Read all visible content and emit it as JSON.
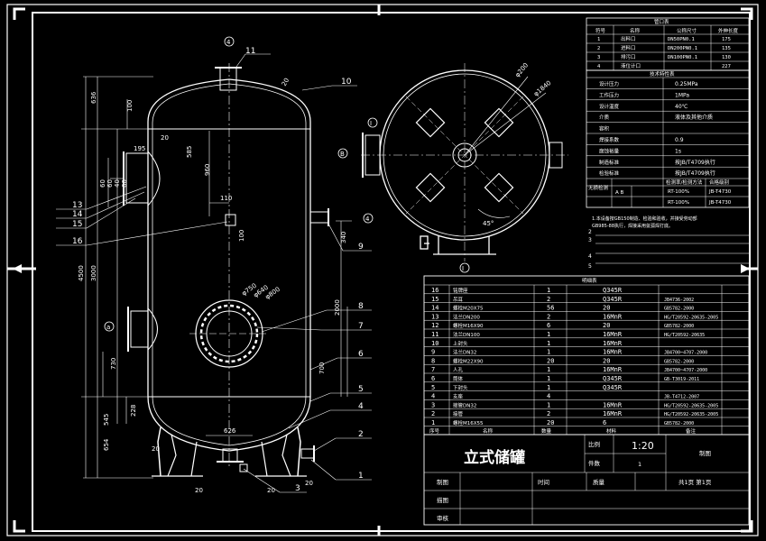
{
  "title_block": {
    "drawing_title": "立式储罐",
    "scale_label": "比例",
    "scale_value": "1:20",
    "pieces_label": "件数",
    "pieces_value": "1",
    "weight_label": "质量",
    "drawing_no": "制图",
    "designer": "制图",
    "checker": "描图",
    "reviewer": "审核",
    "date_label": "时间",
    "sheet": "共1页 第1页"
  },
  "parts_table": {
    "header": "明细表",
    "footer": [
      "序号",
      "名称",
      "数量",
      "材料",
      "备注"
    ],
    "rows": [
      {
        "no": "16",
        "name": "铭牌座",
        "qty": "1",
        "mat": "Q345R",
        "note": ""
      },
      {
        "no": "15",
        "name": "吊耳",
        "qty": "2",
        "mat": "Q345R",
        "note": "JB4736-2002"
      },
      {
        "no": "14",
        "name": "螺栓M20X75",
        "qty": "56",
        "mat": "20",
        "note": "GB5782-2000"
      },
      {
        "no": "13",
        "name": "法兰DN200",
        "qty": "2",
        "mat": "16MnR",
        "note": "HG/T20592-20635-2005"
      },
      {
        "no": "12",
        "name": "螺栓M16X90",
        "qty": "6",
        "mat": "20",
        "note": "GB5782-2000"
      },
      {
        "no": "11",
        "name": "法兰DN100",
        "qty": "1",
        "mat": "16MnR",
        "note": "HG/T20592-20635"
      },
      {
        "no": "10",
        "name": "上封头",
        "qty": "1",
        "mat": "16MnR",
        "note": ""
      },
      {
        "no": "9",
        "name": "法兰DN32",
        "qty": "1",
        "mat": "16MnR",
        "note": "JB4700~4707-2000"
      },
      {
        "no": "8",
        "name": "螺栓M22X90",
        "qty": "20",
        "mat": "20",
        "note": "GB5782-2000"
      },
      {
        "no": "7",
        "name": "人孔",
        "qty": "1",
        "mat": "16MnR",
        "note": "JB4700~4707-2000"
      },
      {
        "no": "6",
        "name": "筒体",
        "qty": "1",
        "mat": "Q345R",
        "note": "GB-T3019-2011"
      },
      {
        "no": "5",
        "name": "下封头",
        "qty": "1",
        "mat": "Q345R",
        "note": ""
      },
      {
        "no": "4",
        "name": "支座",
        "qty": "4",
        "mat": "",
        "note": "JB-T4712-2007"
      },
      {
        "no": "3",
        "name": "接管DN32",
        "qty": "1",
        "mat": "16MnR",
        "note": "HG/T20592-20635-2005"
      },
      {
        "no": "2",
        "name": "接管",
        "qty": "2",
        "mat": "16MnR",
        "note": "HG/T20592-20635-2005"
      },
      {
        "no": "1",
        "name": "螺栓M16X55",
        "qty": "20",
        "mat": "6",
        "note": "GB5782-2000"
      }
    ]
  },
  "nozzle_table": {
    "header": "管口表",
    "cols": [
      "符号",
      "名称",
      "公称尺寸",
      "外伸长度"
    ],
    "rows": [
      {
        "sym": "1",
        "name": "出料口",
        "spec": "DN50PN0.1",
        "len": "175"
      },
      {
        "sym": "2",
        "name": "进料口",
        "spec": "DN200PN0.1",
        "len": "135"
      },
      {
        "sym": "3",
        "name": "排污口",
        "spec": "DN100PN0.1",
        "len": "130"
      },
      {
        "sym": "4",
        "name": "液位计口",
        "spec": "",
        "len": "227"
      }
    ]
  },
  "tech_table": {
    "header": "技术特性表",
    "rows": [
      {
        "k": "设计压力",
        "v": "0.25MPa"
      },
      {
        "k": "工作压力",
        "v": "1MPa"
      },
      {
        "k": "设计温度",
        "v": "40℃"
      },
      {
        "k": "介质",
        "v": "液体及其他介质"
      },
      {
        "k": "容积",
        "v": ""
      },
      {
        "k": "焊接系数",
        "v": "0.9"
      },
      {
        "k": "腐蚀裕量",
        "v": "1s"
      },
      {
        "k": "制造标准",
        "v": "按JB/T4709执行"
      },
      {
        "k": "检验标准",
        "v": "按JB/T4709执行"
      }
    ],
    "nde_label": "无损检测",
    "nde_sub": [
      "检测率/检测方法",
      "合格级别"
    ],
    "nde_ab": "A B",
    "nde_rows": [
      [
        "RT-100%",
        "JB-T4730"
      ],
      [
        "RT-100%",
        "JB-T4730"
      ]
    ]
  },
  "notes": {
    "line1": "1.本设备按GB150制造、检验和验收，并接受劳动部",
    "line2": "GB985-88执行，焊接采用氩弧焊打底。",
    "numbers": [
      "2",
      "3",
      "4",
      "5"
    ]
  },
  "balloons": [
    "16",
    "15",
    "14",
    "13",
    "12",
    "11",
    "10",
    "9",
    "8",
    "7",
    "6",
    "5",
    "4",
    "3",
    "2",
    "1"
  ],
  "dims": {
    "d636": "636",
    "d100": "100",
    "d20a": "20",
    "d20b": "20",
    "d195": "195",
    "d585": "585",
    "d960": "960",
    "d110": "110",
    "d100b": "100",
    "d4500": "4500",
    "d3000": "3000",
    "d2000": "2000",
    "d730": "730",
    "d700": "700",
    "d545": "545",
    "d228": "228",
    "d654": "654",
    "d626": "626",
    "d20c": "20",
    "d20d": "20",
    "d20e": "20",
    "d340": "340",
    "d20f": "20",
    "phi750": "φ750",
    "phi640": "φ640",
    "phi800": "φ800",
    "phi200": "φ200",
    "phi1840": "φ1840",
    "ang45": "45°",
    "d60": "60",
    "d60b": "60",
    "d40": "40",
    "d60c": "60"
  },
  "markers": {
    "a": "a",
    "b": "B",
    "c": "Ⅰ",
    "d": "Ⅰ",
    "e": "4",
    "f": "②",
    "g": "③",
    "h": "①"
  }
}
